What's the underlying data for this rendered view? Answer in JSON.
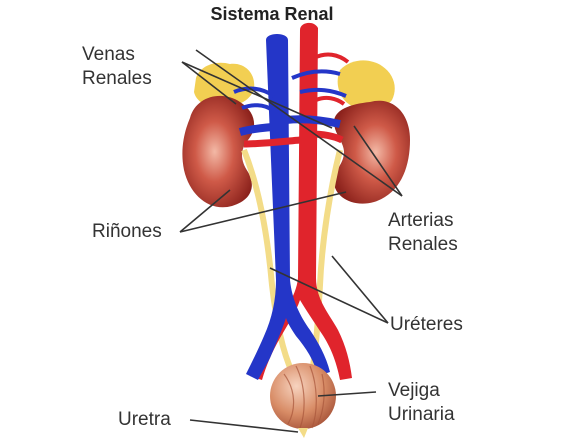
{
  "title": "Sistema Renal",
  "labels": {
    "venas_line1": "Venas",
    "venas_line2": "Renales",
    "rinones": "Riñones",
    "arterias_line1": "Arterias",
    "arterias_line2": "Renales",
    "ureteres": "Uréteres",
    "vejiga_line1": "Vejiga",
    "vejiga_line2": "Urinaria",
    "uretra": "Uretra"
  },
  "colors": {
    "artery": "#e0242c",
    "vein": "#2436c8",
    "kidney": "#b8362e",
    "adrenal": "#f2cf52",
    "ureter": "#f3dc88",
    "bladder": "#d98c6a"
  }
}
